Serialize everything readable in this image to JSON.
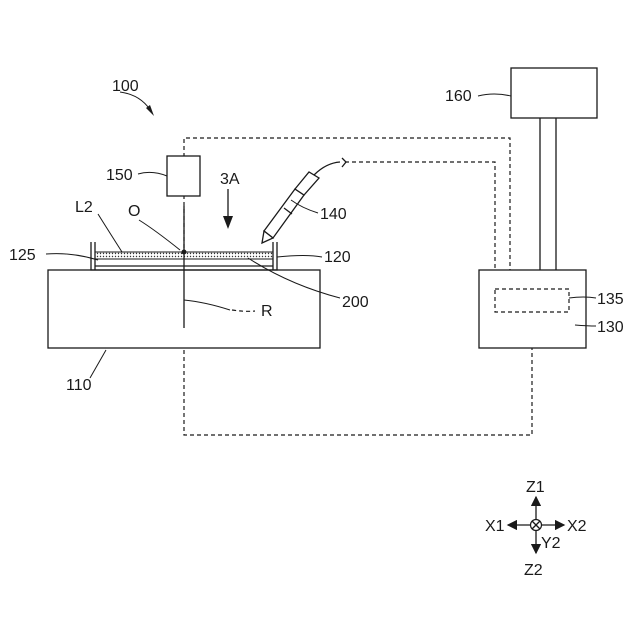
{
  "labels": {
    "system": "100",
    "stage": "110",
    "tray": "120",
    "tray_edge": "125",
    "controller": "130",
    "controller_unit": "135",
    "pen": "140",
    "sensor": "150",
    "computer": "160",
    "specimen": "200",
    "origin": "O",
    "layer": "L2",
    "axis": "R",
    "view": "3A"
  },
  "axes": {
    "z_up": "Z1",
    "z_down": "Z2",
    "x_left": "X1",
    "x_right": "X2",
    "y_into": "Y2"
  }
}
